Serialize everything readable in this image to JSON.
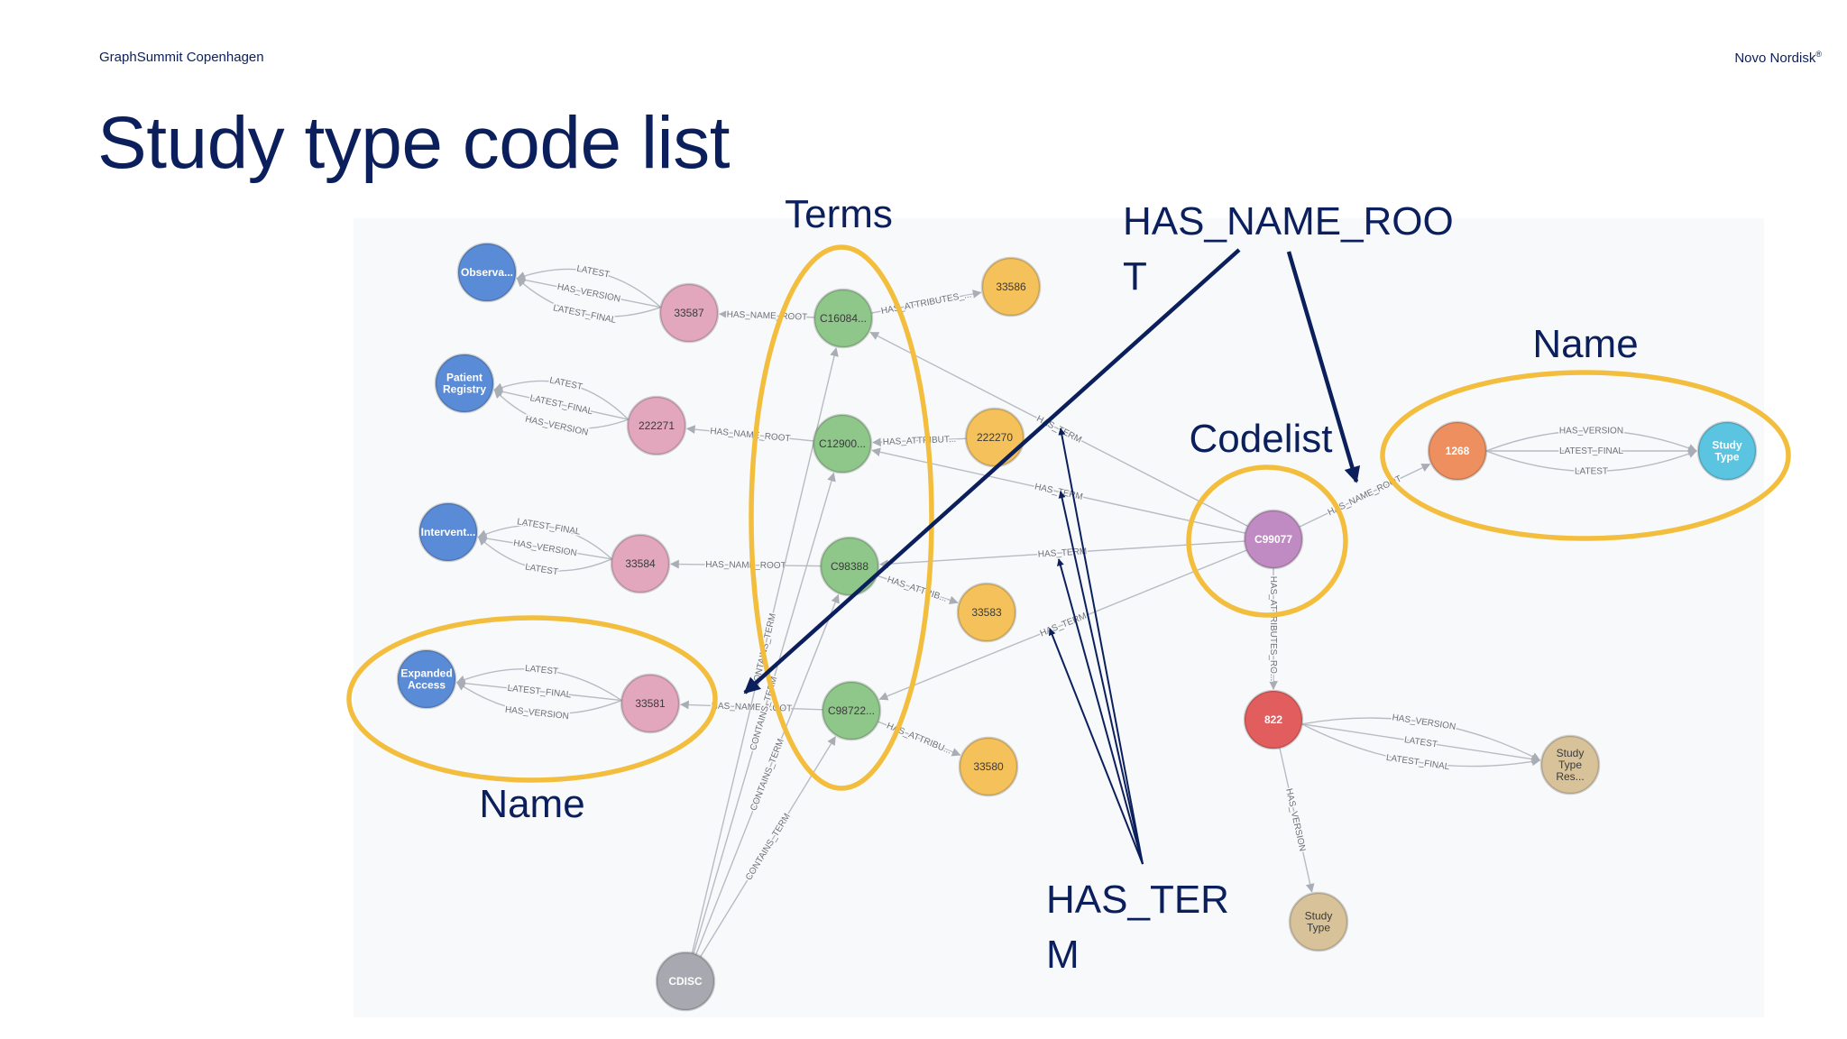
{
  "header": {
    "event": "GraphSummit Copenhagen",
    "brand": "Novo Nordisk",
    "brand_mark": "®"
  },
  "title": "Study type code list",
  "annotations": {
    "terms": "Terms",
    "codelist": "Codelist",
    "name_top": "Name",
    "name_bottom": "Name",
    "has_name_root_line1": "HAS_NAME_ROO",
    "has_name_root_line2": "T",
    "has_term_line1": "HAS_TER",
    "has_term_line2": "M"
  },
  "colors": {
    "navy": "#0b1f5c",
    "highlight": "#f3be3e",
    "blue": "#5a8bd6",
    "pink": "#e2a7bd",
    "green": "#8fc78a",
    "orange": "#f5c15a",
    "purple": "#c08bc3",
    "red": "#e25d5d",
    "salmon": "#ed8f5f",
    "cyan": "#5bc4e0",
    "tan": "#d8c29a",
    "grey": "#a8a8b0"
  },
  "nodes": [
    {
      "id": "obs",
      "label": "Observa...",
      "color": "blue"
    },
    {
      "id": "patient",
      "label": "Patient Registry",
      "color": "blue"
    },
    {
      "id": "interv",
      "label": "Intervent...",
      "color": "blue"
    },
    {
      "id": "expanded",
      "label": "Expanded Access",
      "color": "blue"
    },
    {
      "id": "n33587",
      "label": "33587",
      "color": "pink"
    },
    {
      "id": "n222271",
      "label": "222271",
      "color": "pink"
    },
    {
      "id": "n33584",
      "label": "33584",
      "color": "pink"
    },
    {
      "id": "n33581",
      "label": "33581",
      "color": "pink"
    },
    {
      "id": "c16084",
      "label": "C16084...",
      "color": "green"
    },
    {
      "id": "c12900",
      "label": "C12900...",
      "color": "green"
    },
    {
      "id": "c98388",
      "label": "C98388",
      "color": "green"
    },
    {
      "id": "c98722",
      "label": "C98722...",
      "color": "green"
    },
    {
      "id": "n33586",
      "label": "33586",
      "color": "orange"
    },
    {
      "id": "n222270",
      "label": "222270",
      "color": "orange"
    },
    {
      "id": "n33583",
      "label": "33583",
      "color": "orange"
    },
    {
      "id": "n33580",
      "label": "33580",
      "color": "orange"
    },
    {
      "id": "c99077",
      "label": "C99077",
      "color": "purple"
    },
    {
      "id": "n1268",
      "label": "1268",
      "color": "salmon"
    },
    {
      "id": "studytype1",
      "label": "Study Type",
      "color": "cyan"
    },
    {
      "id": "n822",
      "label": "822",
      "color": "red"
    },
    {
      "id": "studyres",
      "label": "Study Type Res...",
      "color": "tan"
    },
    {
      "id": "studytype2",
      "label": "Study Type",
      "color": "tan"
    },
    {
      "id": "cdisc",
      "label": "CDISC",
      "color": "grey"
    }
  ],
  "edges": [
    {
      "from": "n33587",
      "to": "obs",
      "label": "LATEST_FINAL"
    },
    {
      "from": "n33587",
      "to": "obs",
      "label": "HAS_VERSION"
    },
    {
      "from": "n33587",
      "to": "obs",
      "label": "LATEST"
    },
    {
      "from": "n222271",
      "to": "patient",
      "label": "HAS_VERSION"
    },
    {
      "from": "n222271",
      "to": "patient",
      "label": "LATEST_FINAL"
    },
    {
      "from": "n222271",
      "to": "patient",
      "label": "LATEST"
    },
    {
      "from": "n33584",
      "to": "interv",
      "label": "LATEST"
    },
    {
      "from": "n33584",
      "to": "interv",
      "label": "HAS_VERSION"
    },
    {
      "from": "n33584",
      "to": "interv",
      "label": "LATEST_FINAL"
    },
    {
      "from": "n33581",
      "to": "expanded",
      "label": "HAS_VERSION"
    },
    {
      "from": "n33581",
      "to": "expanded",
      "label": "LATEST_FINAL"
    },
    {
      "from": "n33581",
      "to": "expanded",
      "label": "LATEST"
    },
    {
      "from": "c16084",
      "to": "n33587",
      "label": "HAS_NAME_ROOT"
    },
    {
      "from": "c12900",
      "to": "n222271",
      "label": "HAS_NAME_ROOT"
    },
    {
      "from": "c98388",
      "to": "n33584",
      "label": "HAS_NAME_ROOT"
    },
    {
      "from": "c98722",
      "to": "n33581",
      "label": "HAS_NAME_ROOT"
    },
    {
      "from": "c16084",
      "to": "n33586",
      "label": "HAS_ATTRIBUTES_..."
    },
    {
      "from": "n222270",
      "to": "c12900",
      "label": "HAS_ATTRIBUT..."
    },
    {
      "from": "c98388",
      "to": "n33583",
      "label": "HAS_ATTRIB..."
    },
    {
      "from": "c98722",
      "to": "n33580",
      "label": "HAS_ATTRIBU..."
    },
    {
      "from": "c99077",
      "to": "c16084",
      "label": "HAS_TERM"
    },
    {
      "from": "c99077",
      "to": "c12900",
      "label": "HAS_TERM"
    },
    {
      "from": "c99077",
      "to": "c98388",
      "label": "HAS_TERM"
    },
    {
      "from": "c99077",
      "to": "c98722",
      "label": "HAS_TERM"
    },
    {
      "from": "c99077",
      "to": "n1268",
      "label": "HAS_NAME_ROOT"
    },
    {
      "from": "c99077",
      "to": "n822",
      "label": "HAS_ATTRIBUTES_RO..."
    },
    {
      "from": "n1268",
      "to": "studytype1",
      "label": "HAS_VERSION"
    },
    {
      "from": "n1268",
      "to": "studytype1",
      "label": "LATEST_FINAL"
    },
    {
      "from": "n1268",
      "to": "studytype1",
      "label": "LATEST"
    },
    {
      "from": "n822",
      "to": "studyres",
      "label": "HAS_VERSION"
    },
    {
      "from": "n822",
      "to": "studyres",
      "label": "LATEST"
    },
    {
      "from": "n822",
      "to": "studyres",
      "label": "LATEST_FINAL"
    },
    {
      "from": "n822",
      "to": "studytype2",
      "label": "HAS_VERSION"
    },
    {
      "from": "cdisc",
      "to": "c12900",
      "label": "CONTAINS_TERM"
    },
    {
      "from": "cdisc",
      "to": "c98388",
      "label": "CONTAINS_TERM"
    },
    {
      "from": "cdisc",
      "to": "c98722",
      "label": "CONTAINS_TERM"
    },
    {
      "from": "cdisc",
      "to": "c16084",
      "label": "CONTAINS_TERM"
    }
  ]
}
